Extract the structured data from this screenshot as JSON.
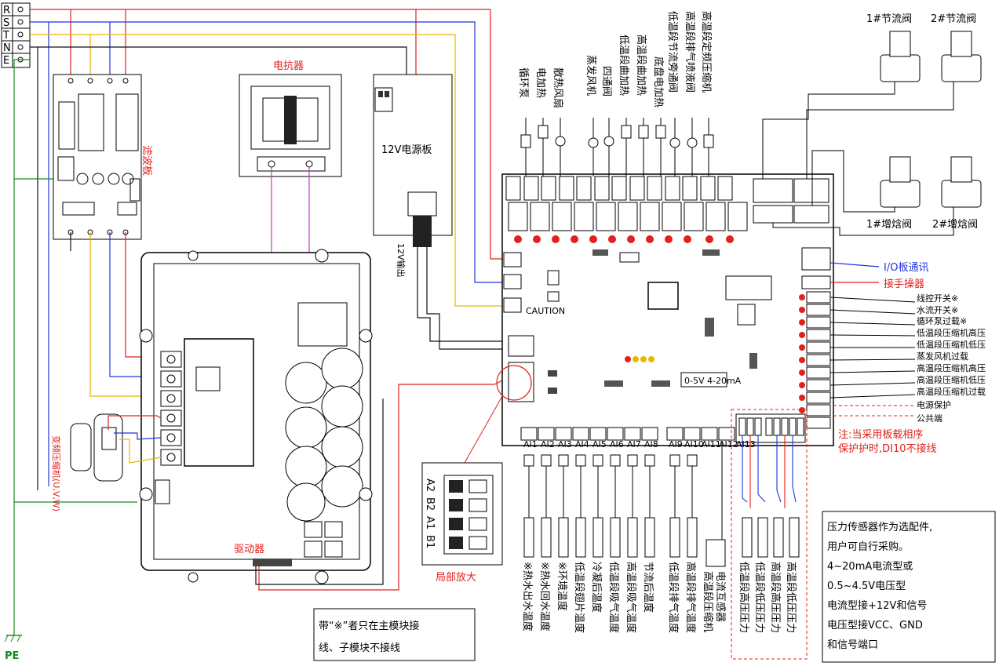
{
  "colors": {
    "red": "#e0211d",
    "blue": "#2233dd",
    "yellow": "#e6b800",
    "green": "#1a8a1a",
    "magenta": "#cc33cc",
    "dark": "#111111"
  },
  "power": {
    "terminals": [
      "R",
      "S",
      "T",
      "N",
      "E"
    ],
    "pe_label": "PE"
  },
  "filter_board": {
    "label": "滤波板"
  },
  "reactor": {
    "label": "电抗器"
  },
  "psu": {
    "label": "12V电源板",
    "output_label": "12V输出"
  },
  "compressor": {
    "label": "变频压缩机(U,V,W)"
  },
  "driver": {
    "label": "驱动器"
  },
  "valves": {
    "throttle": [
      "1#节流阀",
      "2#节流阀"
    ],
    "enthalpy": [
      "1#增焓阀",
      "2#增焓阀"
    ]
  },
  "relay_outputs": [
    "循环泵",
    "电加热",
    "散热风扇",
    "蒸发风机",
    "四通阀",
    "低温段曲加热",
    "高温段曲加热",
    "底盘电加热",
    "低温段节流旁通阀",
    "高温段排气喷液阀",
    "高温段定频压缩机"
  ],
  "comm": {
    "io_board": "I/O板通讯",
    "operator": "接手操器"
  },
  "digital_inputs": [
    "线控开关※",
    "水流开关※",
    "循环泵过载※",
    "低温段压缩机高压",
    "低温段压缩机低压",
    "蒸发风机过载",
    "高温段压缩机高压",
    "高温段压缩机低压",
    "高温段压缩机过载",
    "电源保护",
    "公共端"
  ],
  "note_di": [
    "注:当采用板载相序",
    "保护护时,DI10不接线"
  ],
  "temp_sensors": [
    "※热水出水温度",
    "※热水回水温度",
    "※环境温度",
    "低温段翅片温度",
    "冷凝后温度",
    "低温段吸气温度",
    "高温段吸气温度",
    "节流后温度",
    "低温段排气温度",
    "高温段排气温度"
  ],
  "current_sensor": [
    "高温段压缩机",
    "电流互感器"
  ],
  "pressure_sensors": [
    "低温段高压压力",
    "低温段低压压力",
    "高温段高压压力",
    "高温段低压压力"
  ],
  "dip_zoom": {
    "caption": "局部放大",
    "labels": [
      "A2",
      "B2",
      "A1",
      "B1"
    ]
  },
  "note_star": [
    "带“※”者只在主模块接",
    "线、子模块不接线"
  ],
  "note_pressure": [
    "压力传感器作为选配件,",
    "用户可自行采购。",
    "4~20mA电流型或",
    "0.5~4.5V电压型",
    "电流型接+12V和信号",
    "电压型接VCC、GND",
    "和信号端口"
  ],
  "board_marks": {
    "caution": "CAUTION",
    "v_range": "0-5V 4-20mA",
    "ai_labels": [
      "AI1",
      "AI2",
      "AI3",
      "AI4",
      "AI5",
      "AI6",
      "AI7",
      "AI8",
      "AI9",
      "AI10",
      "AI11",
      "AI12",
      "AI13"
    ]
  }
}
